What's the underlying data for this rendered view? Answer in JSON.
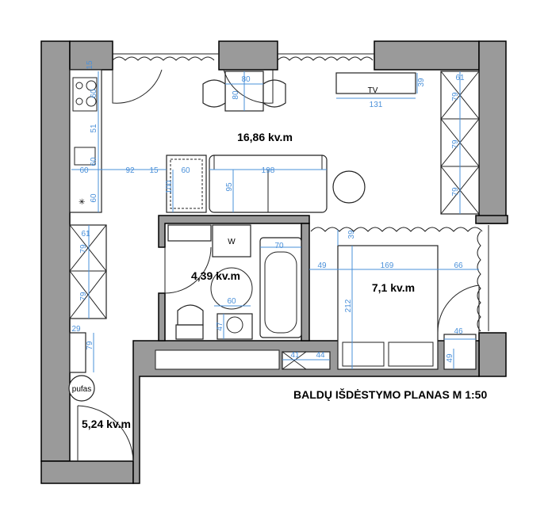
{
  "title": "BALDŲ IŠDĖSTYMO PLANAS M 1:50",
  "rooms": {
    "living": "16,86 kv.m",
    "bathroom": "4,39 kv.m",
    "bedroom": "7,1 kv.m",
    "hall": "5,24 kv.m"
  },
  "labels": {
    "tv": "TV",
    "washer": "W",
    "pouf": "pufas"
  },
  "dimensions": {
    "d15": "15",
    "d60a": "60",
    "d51": "51",
    "d60b": "60",
    "d60c": "60",
    "d60h": "60",
    "d92": "92",
    "d15b": "15",
    "d60sofa": "60",
    "d198": "198",
    "d100": "100",
    "d95": "95",
    "d80w": "80",
    "d80h": "80",
    "d39": "39",
    "d131": "131",
    "d61a": "61",
    "d79a": "79",
    "d79b": "79",
    "d79c": "79",
    "d61b": "61",
    "d79d": "79",
    "d79e": "79",
    "d29": "29",
    "d79f": "79",
    "d70": "70",
    "d60bath": "60",
    "d47": "47",
    "d41": "41",
    "d44": "44",
    "d49": "49",
    "d169": "169",
    "d66": "66",
    "d212": "212",
    "d39b": "39",
    "d46": "46",
    "d49b": "49"
  },
  "colors": {
    "wall": "#9a9a9a",
    "dimension": "#4a90d9"
  }
}
